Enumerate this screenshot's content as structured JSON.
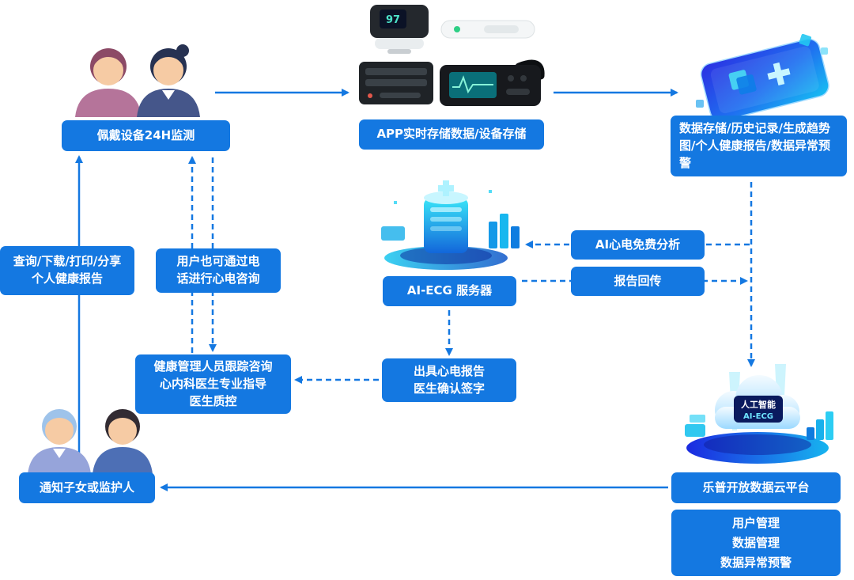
{
  "colors": {
    "accent": "#1478e1"
  },
  "nodes": {
    "wear_device": "佩戴设备24H监测",
    "app_storage": "APP实时存储数据/设备存储",
    "data_storage": "数据存储/历史记录/生成趋势图/个人健康报告/数据异常预警",
    "query_report": {
      "line1": "查询/下载/打印/分享",
      "line2": "个人健康报告"
    },
    "phone_consult": {
      "line1": "用户也可通过电",
      "line2": "话进行心电咨询"
    },
    "health_manage": {
      "line1": "健康管理人员跟踪咨询",
      "line2": "心内科医生专业指导",
      "line3": "医生质控"
    },
    "issue_report": {
      "line1": "出具心电报告",
      "line2": "医生确认签字"
    },
    "ecg_server": "AI-ECG 服务器",
    "ai_analysis": "AI心电免费分析",
    "report_return": "报告回传",
    "notify_guardian": "通知子女或监护人",
    "cloud_platform": "乐普开放数据云平台",
    "platform_functions": {
      "line1": "用户管理",
      "line2": "数据管理",
      "line3": "数据异常预警"
    }
  },
  "illustrations": {
    "cloud_badge_line1": "人工智能",
    "cloud_badge_line2": "AI-ECG",
    "oximeter_reading": "97"
  }
}
